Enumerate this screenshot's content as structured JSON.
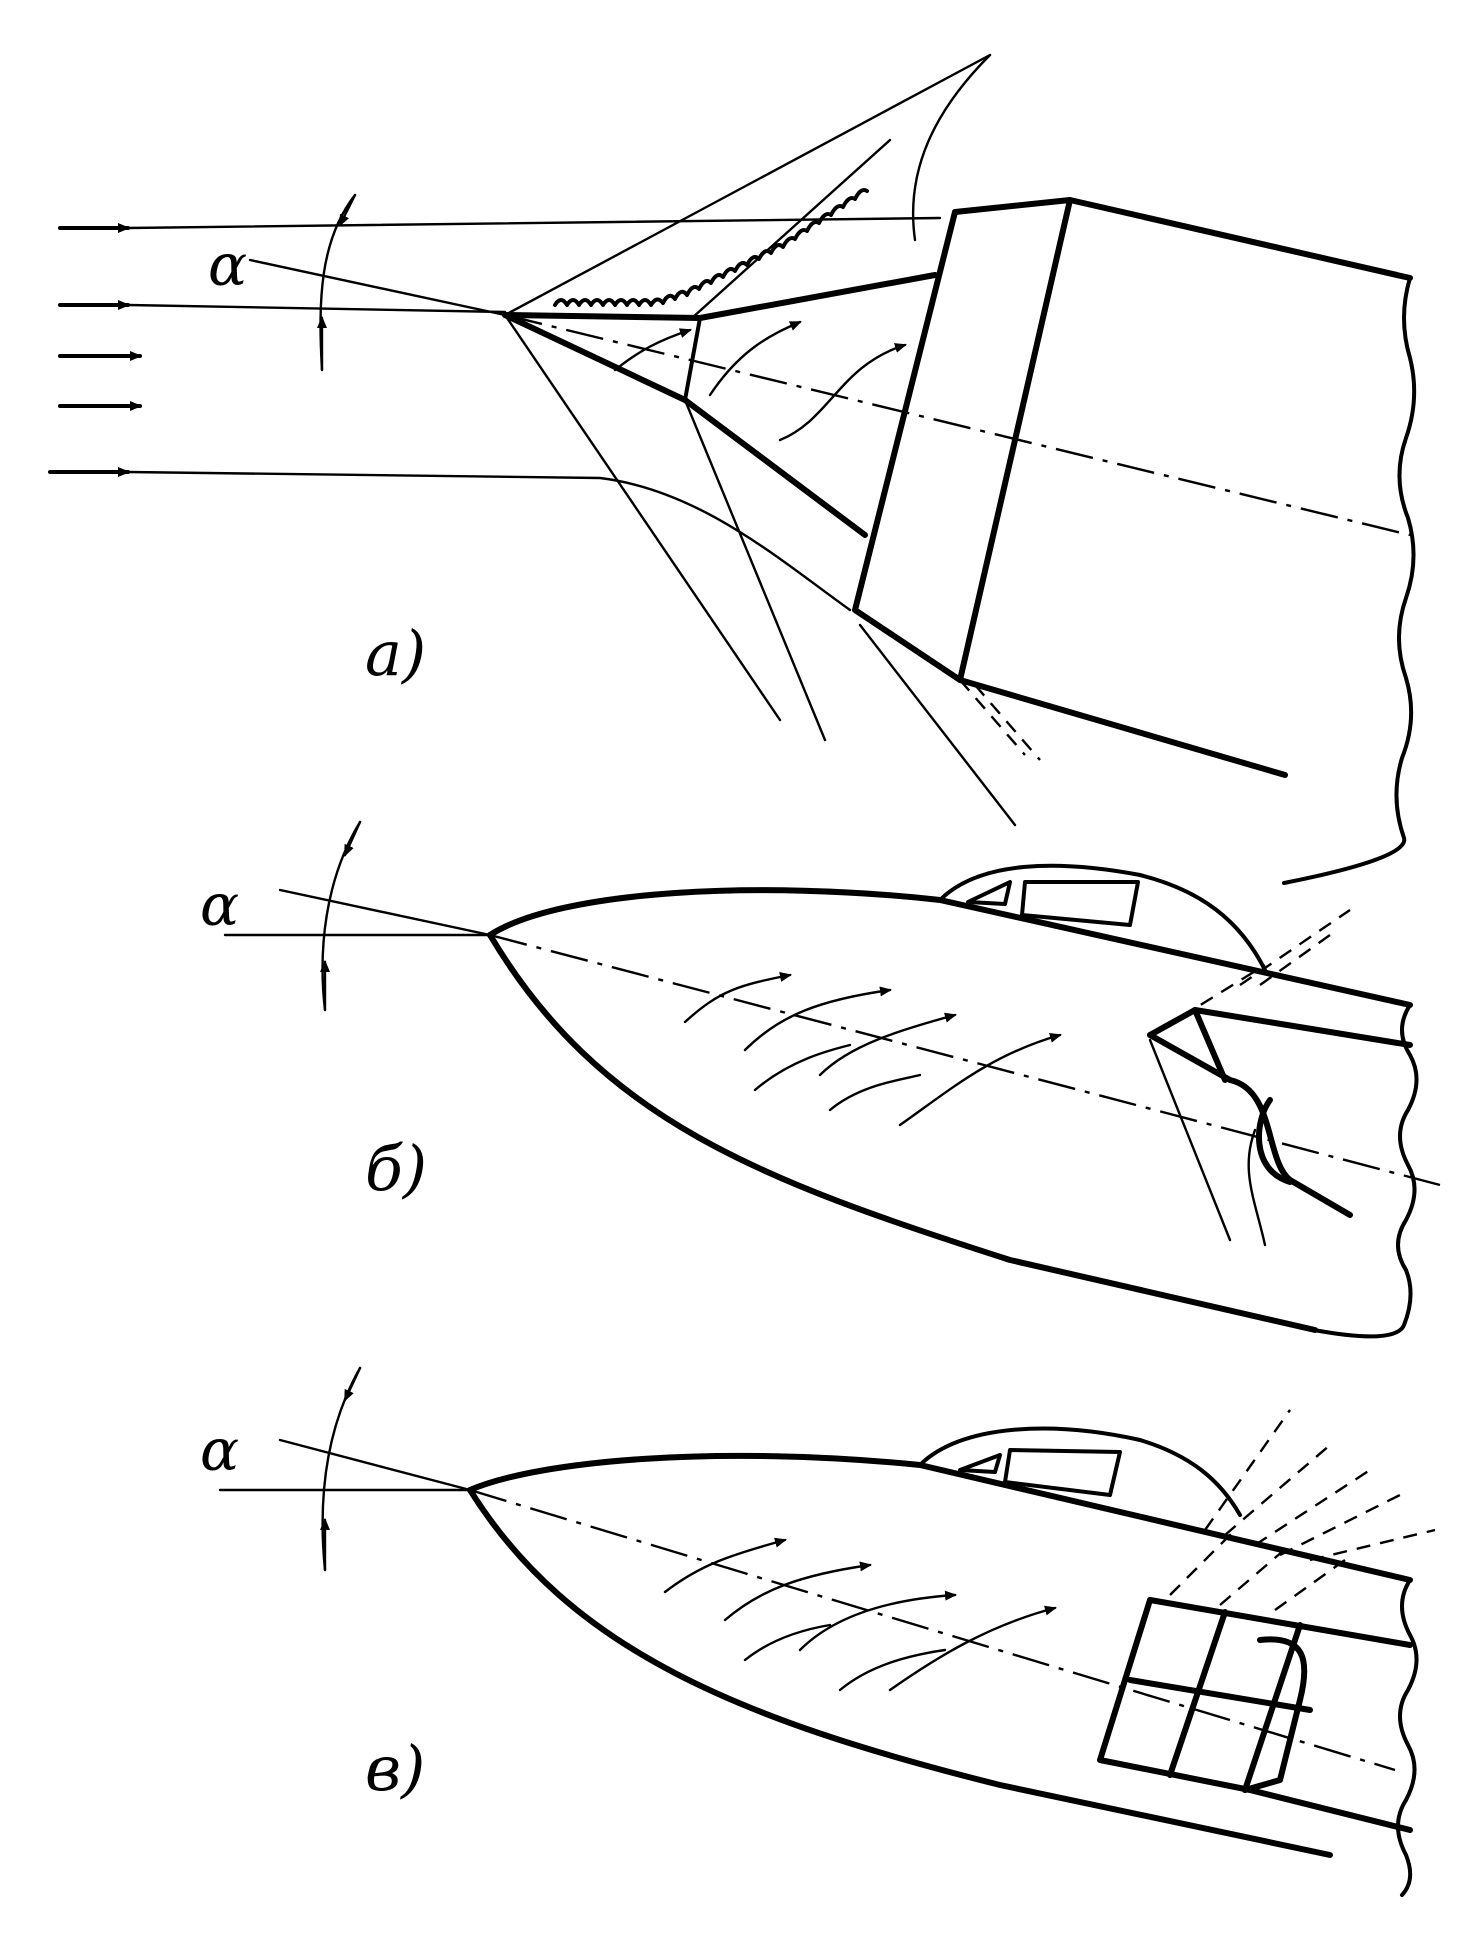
{
  "symbols": {
    "angle": "α"
  },
  "labels": {
    "a": "а)",
    "b": "б)",
    "c": "в)"
  },
  "colors": {
    "line": "#000000",
    "background": "#ffffff"
  }
}
